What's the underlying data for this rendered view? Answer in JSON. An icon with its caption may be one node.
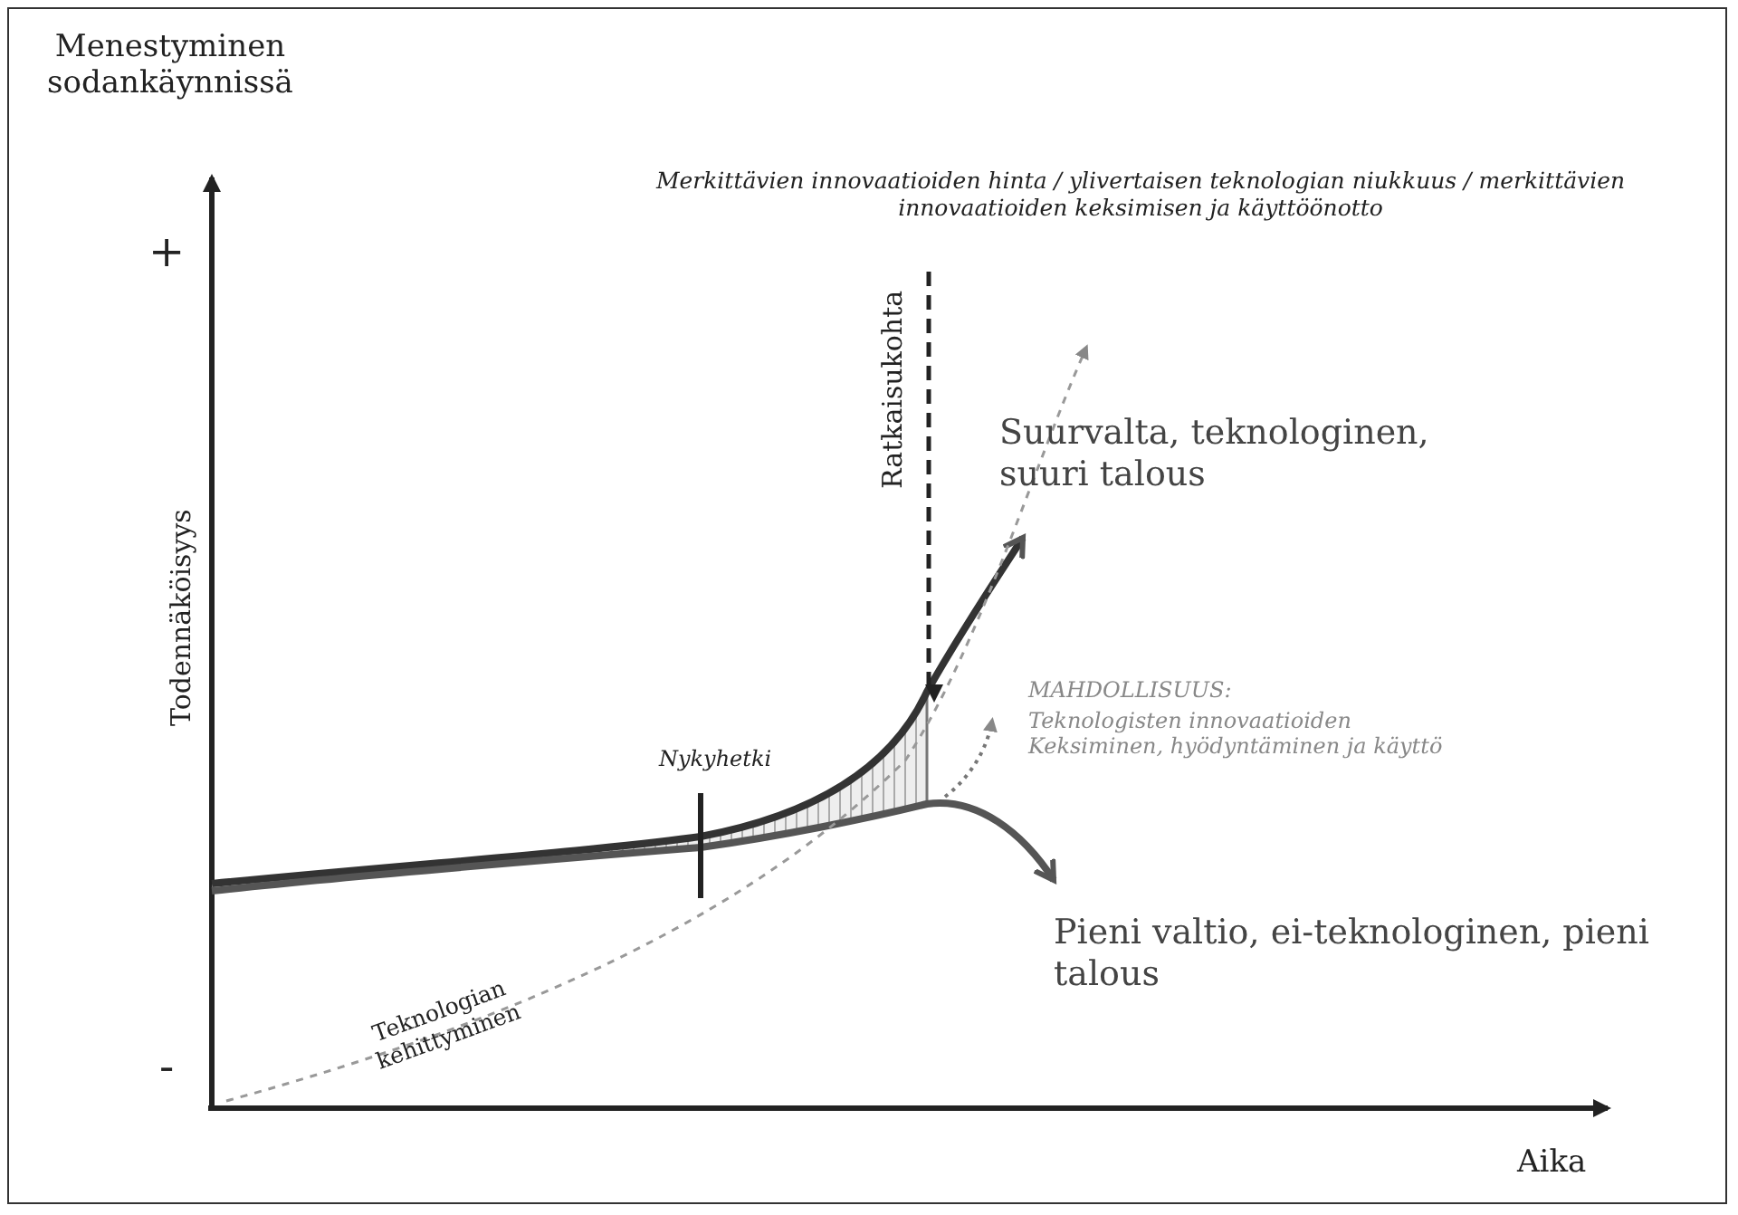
{
  "diagram": {
    "labels": [
      "Menestyminen sodankäynnissä",
      "+",
      "Merkittävien innovaatioiden hinta / ylivertaisen teknologian niukkuus / merkittävien innovaatioiden keksimisen ja käyttöönotto",
      "Todennäköisyys",
      "Ratkaisukohta",
      "Suurvalta, teknologinen, suuri talous",
      "MAHDOLLISUUS:",
      "Teknologisten innovaatioiden Keksiminen, hyödyntäminen ja käyttö",
      "Nykyhetki",
      "Pieni valtio, ei-teknologinen, pieni talous",
      "Teknologian kehittyminen",
      "-",
      "Aika"
    ]
  }
}
